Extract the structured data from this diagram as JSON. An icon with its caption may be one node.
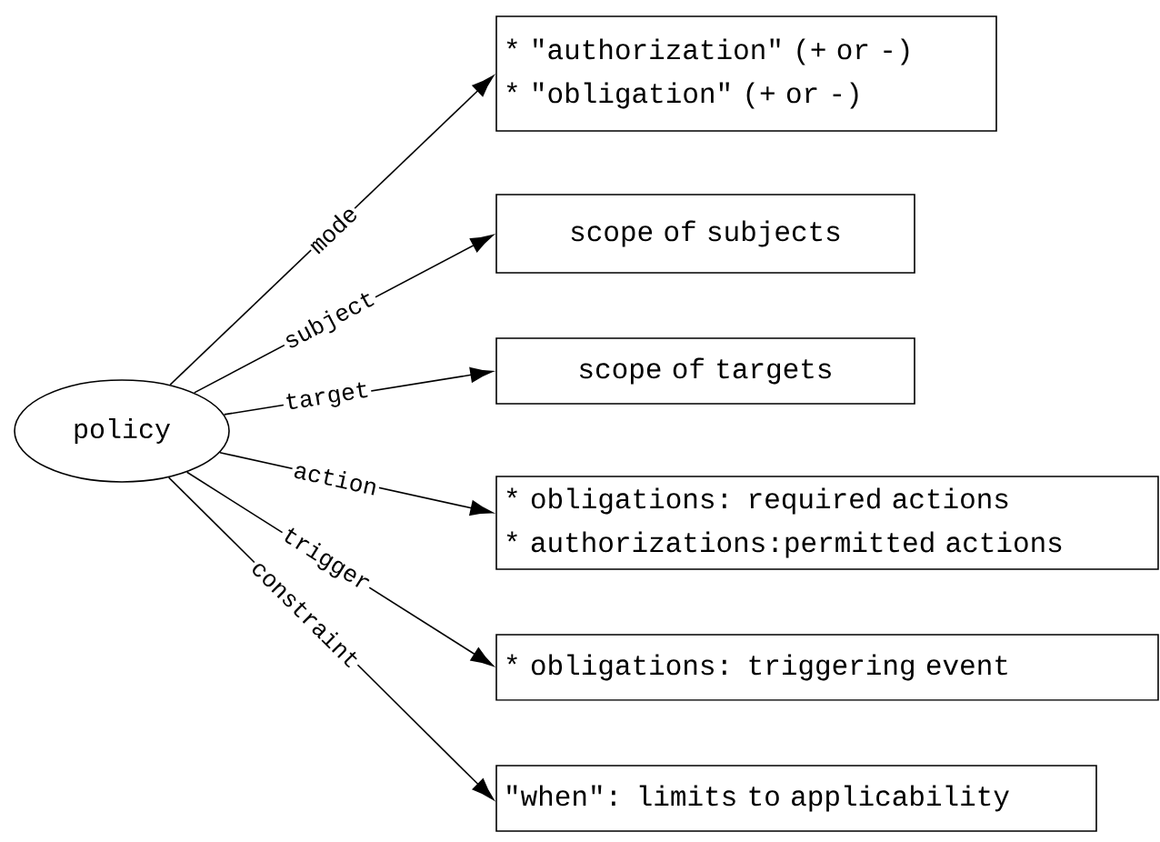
{
  "diagram": {
    "nodes": [
      {
        "text": [
          "policy"
        ]
      },
      {
        "text": [
          "* \"authorization\" (+ or -)",
          "* \"obligation\" (+ or -)"
        ]
      },
      {
        "text": [
          "scope of subjects"
        ]
      },
      {
        "text": [
          "scope of targets"
        ]
      },
      {
        "text": [
          "* obligations: required actions",
          "* authorizations:permitted actions"
        ]
      },
      {
        "text": [
          "* obligations: triggering event"
        ]
      },
      {
        "text": [
          "\"when\": limits to applicability"
        ]
      }
    ],
    "edges": [
      {
        "from": 0,
        "to": 1,
        "arrow": "to",
        "label": "mode"
      },
      {
        "from": 0,
        "to": 2,
        "arrow": "to",
        "label": "subject"
      },
      {
        "from": 0,
        "to": 3,
        "arrow": "to",
        "label": "target"
      },
      {
        "from": 0,
        "to": 4,
        "arrow": "to",
        "label": "action"
      },
      {
        "from": 0,
        "to": 5,
        "arrow": "to",
        "label": "trigger"
      },
      {
        "from": 0,
        "to": 6,
        "arrow": "to",
        "label": "constraint"
      }
    ]
  }
}
